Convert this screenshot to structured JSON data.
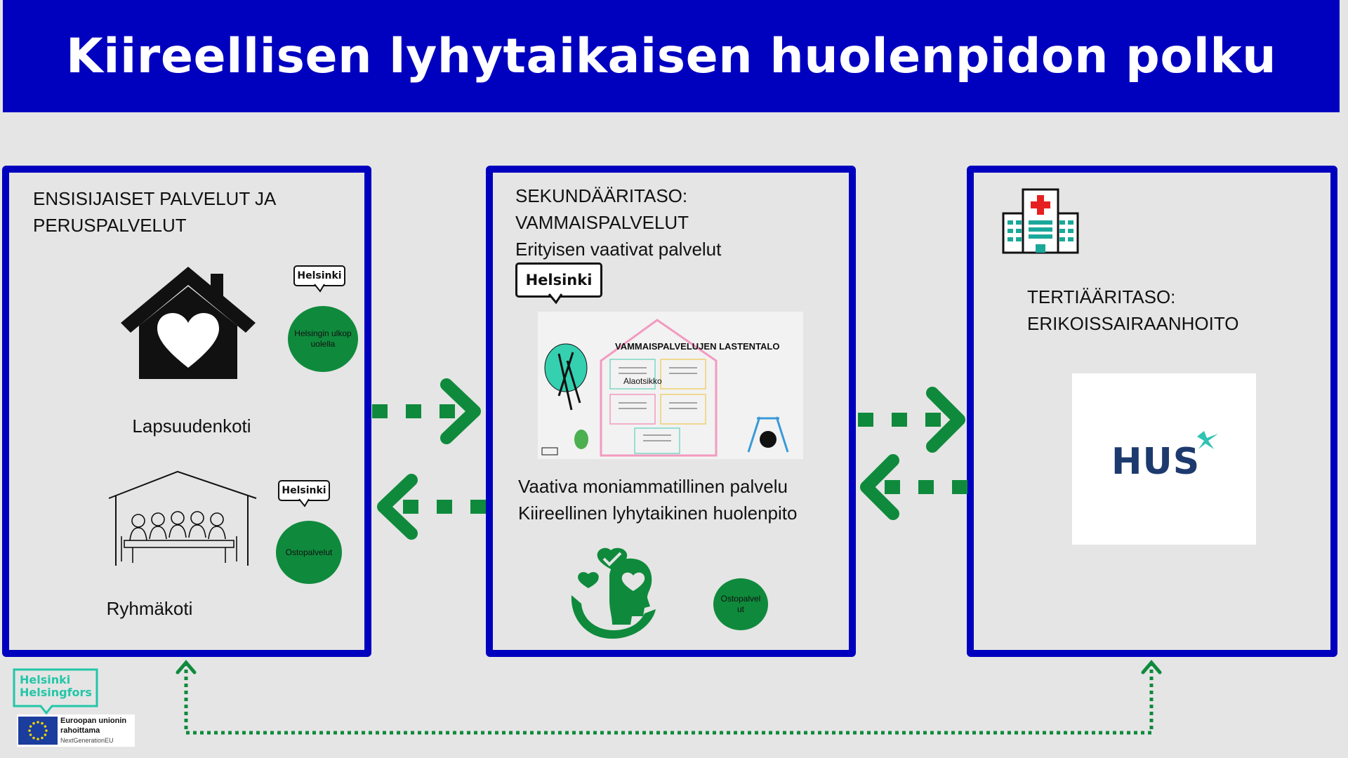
{
  "title": "Kiireellisen lyhytaikaisen huolenpidon polku",
  "left_panel": {
    "heading_line1": "ENSISIJAISET PALVELUT JA",
    "heading_line2": "PERUSPALVELUT",
    "home_label": "Lapsuudenkoti",
    "group_home_label": "Ryhmäkoti",
    "bubble1": "Helsinki",
    "bubble2": "Helsinki",
    "circle1": "Helsingin ulkopuolella",
    "circle2": "Ostopalvelut"
  },
  "mid_panel": {
    "heading_line1": "SEKUNDÄÄRITASO:",
    "heading_line2": "VAMMAISPALVELUT",
    "heading_line3": "Erityisen vaativat palvelut",
    "bubble": "Helsinki",
    "illustration_title": "VAMMAISPALVELUJEN LASTENTALO",
    "illustration_subtitle": "Alaotsikko",
    "service_line1": "Vaativa moniammatillinen palvelu",
    "service_line2": "Kiireellinen lyhytaikinen huolenpito",
    "circle": "Ostopalvelut"
  },
  "right_panel": {
    "heading_line1": "TERTIÄÄRITASO:",
    "heading_line2": "ERIKOISSAIRAANHOITO",
    "logo_text": "HUS"
  },
  "footer": {
    "logo_line1": "Helsinki",
    "logo_line2": "Helsingfors",
    "eu_line1": "Euroopan unionin",
    "eu_line2": "rahoittama",
    "eu_line3": "NextGenerationEU"
  },
  "colors": {
    "title_bg": "#0000bf",
    "panel_border": "#0000bf",
    "arrow_green": "#0f8a3c",
    "circle_green": "#0f8a3c",
    "hus_blue": "#1d3a6e",
    "hus_teal": "#2fc3b3",
    "helsinki_teal": "#23c6a8"
  }
}
